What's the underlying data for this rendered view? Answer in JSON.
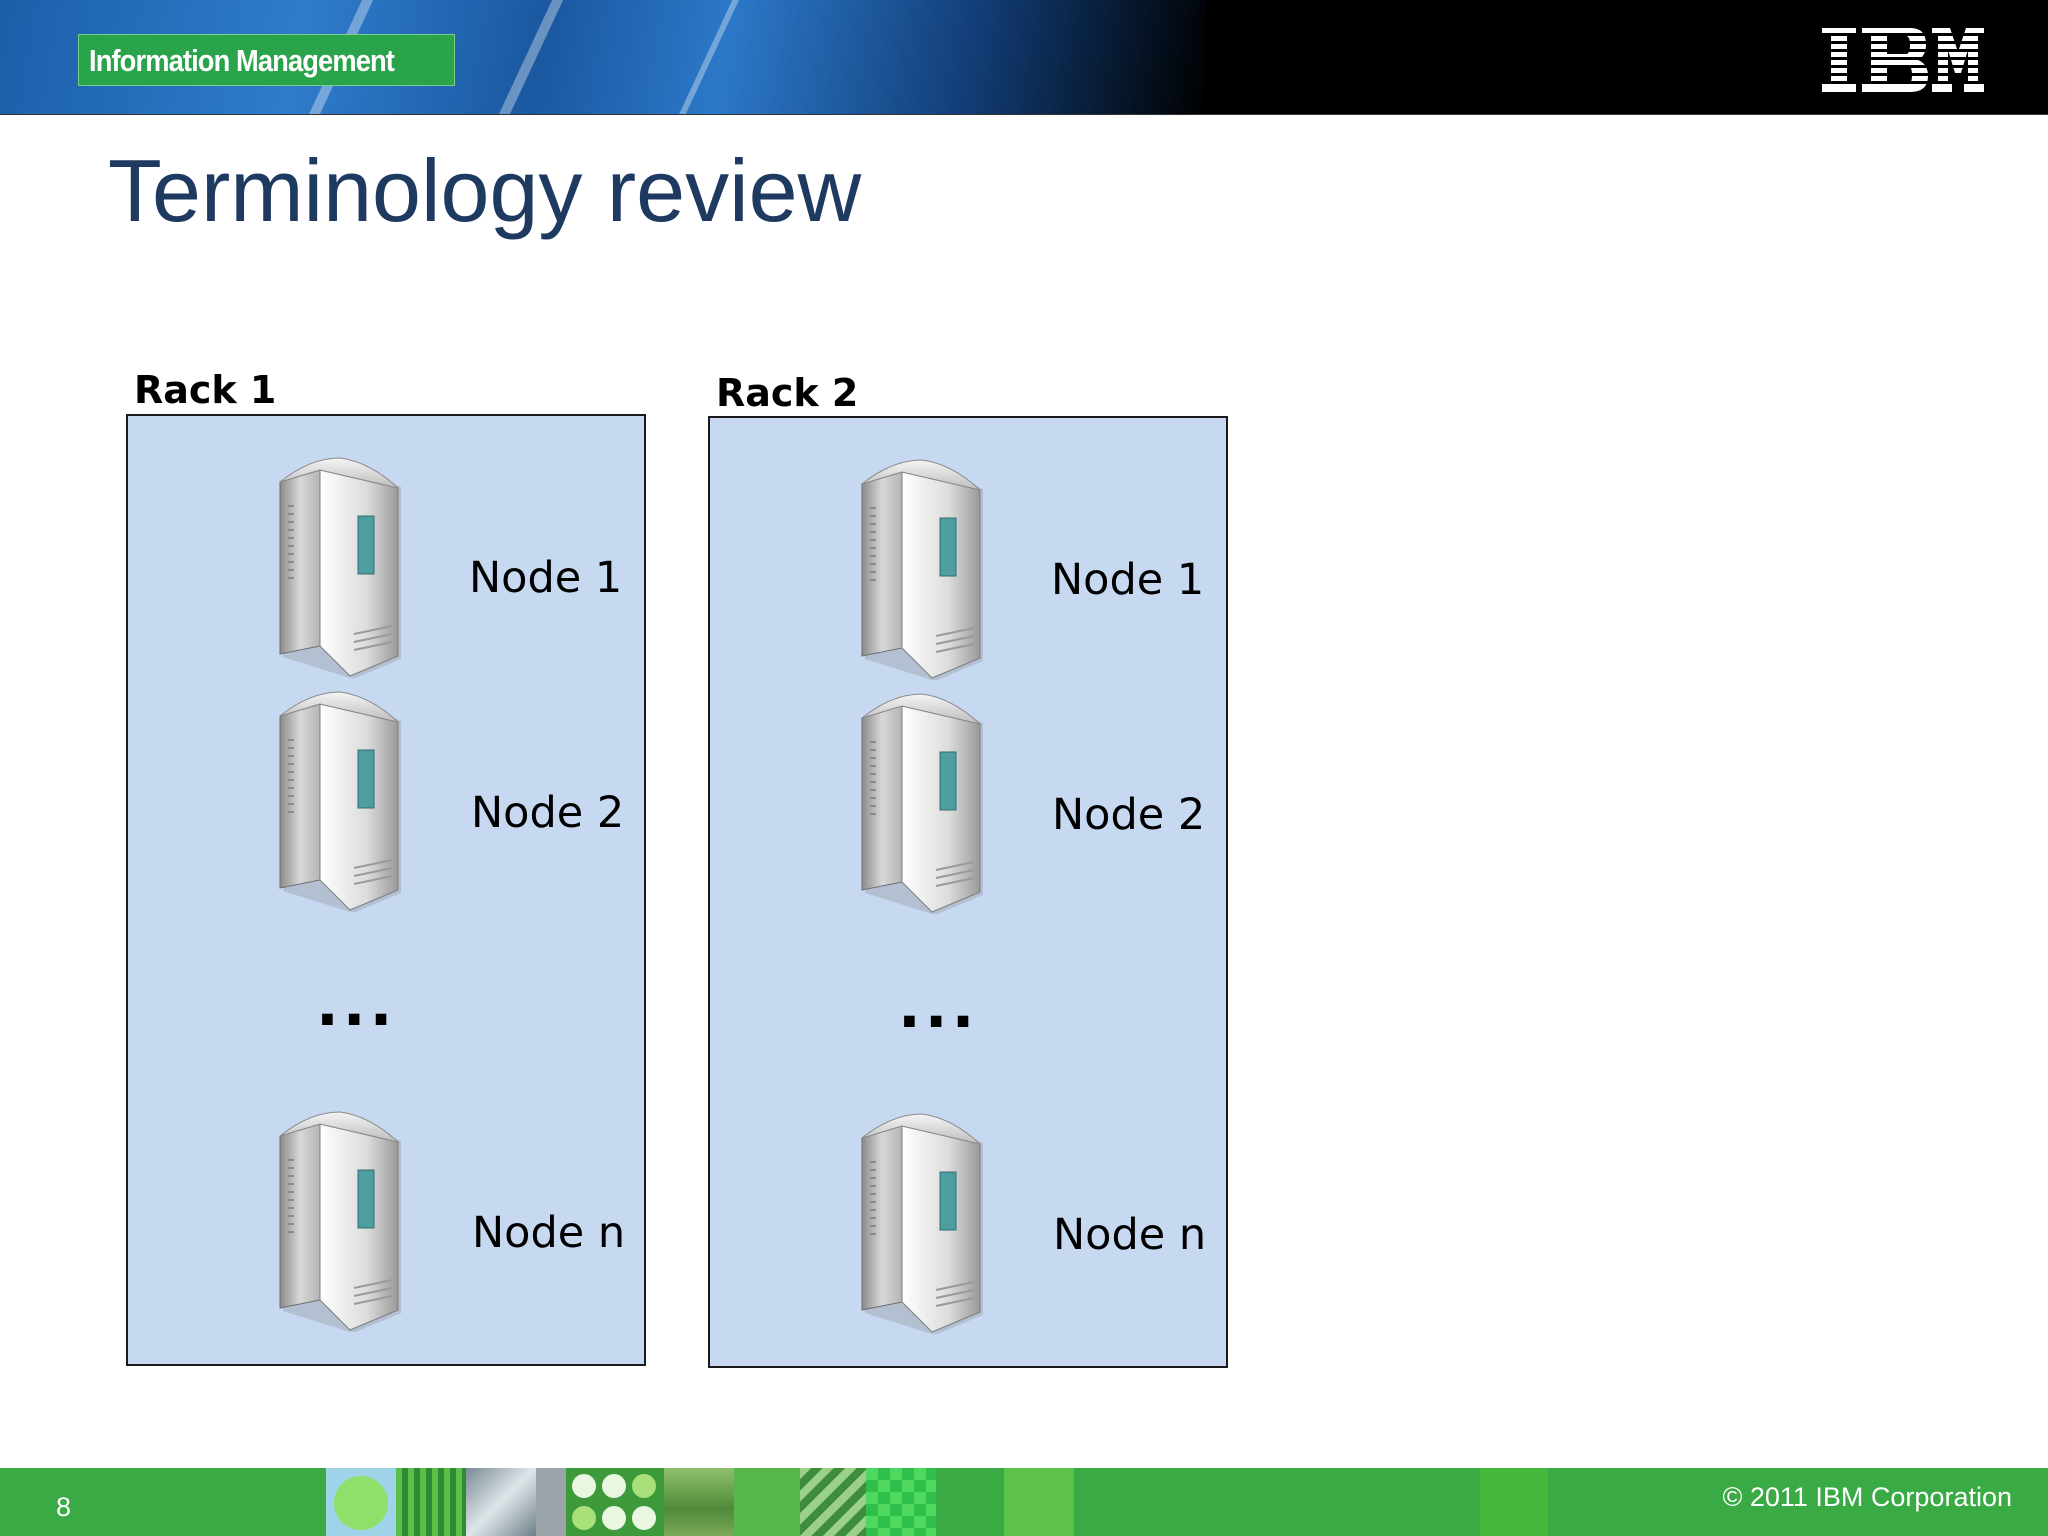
{
  "header": {
    "badge": "Information Management",
    "logo": "IBM"
  },
  "title": "Terminology review",
  "racks": [
    {
      "label": "Rack 1",
      "nodes": [
        "Node 1",
        "Node 2",
        "Node n"
      ],
      "ellipsis": "..."
    },
    {
      "label": "Rack 2",
      "nodes": [
        "Node 1",
        "Node 2",
        "Node n"
      ],
      "ellipsis": "..."
    }
  ],
  "footer": {
    "page_number": "8",
    "copyright": "© 2011  IBM Corporation"
  },
  "colors": {
    "title": "#1f3a60",
    "rack_fill": "#c6d9f1",
    "footer_green": "#3aaa44",
    "badge_green": "#2aa44a"
  },
  "icons": [
    "server-tower-icon",
    "ibm-logo"
  ]
}
